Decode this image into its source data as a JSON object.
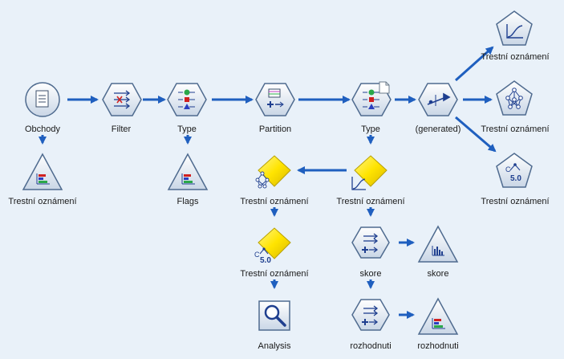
{
  "nodes": {
    "obchody": "Obchody",
    "filter": "Filter",
    "type1": "Type",
    "partition": "Partition",
    "type2": "Type",
    "generated": "(generated)",
    "logistic_model": "Trestní oznámení",
    "nn_model": "Trestní oznámení",
    "c50_model": "Trestní oznámení",
    "graph_source": "Trestní oznámení",
    "flags": "Flags",
    "nugget_nn": "Trestní oznámení",
    "nugget_logistic": "Trestní oznámení",
    "nugget_c50": "Trestní oznámení",
    "derive_skore": "skore",
    "graph_skore": "skore",
    "analysis": "Analysis",
    "derive_rozhodnuti": "rozhodnuti",
    "graph_rozhodnuti": "rozhodnuti"
  },
  "nugget_c50_text": "5.0",
  "c50_text": "5.0",
  "colors": {
    "background": "#e9f1f9",
    "arrow": "#1f5fbf",
    "node_fill": "#dfe8f2",
    "node_stroke": "#4f6b8f",
    "nugget": "#ffe600"
  }
}
